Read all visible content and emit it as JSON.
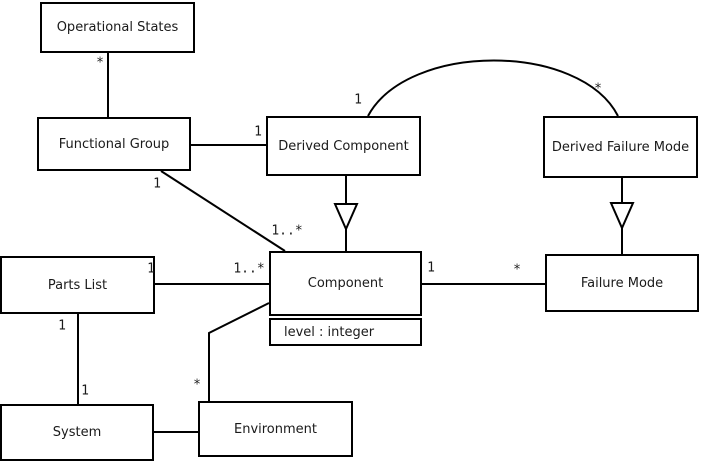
{
  "diagram": {
    "type": "uml-class-diagram",
    "background": "#ffffff",
    "line_color": "#000000",
    "box_fill": "#ffffff",
    "text_color": "#1a1a1a",
    "classes": [
      {
        "name": "Operational States"
      },
      {
        "name": "Functional Group"
      },
      {
        "name": "Derived Component"
      },
      {
        "name": "Derived Failure Mode"
      },
      {
        "name": "Parts List"
      },
      {
        "name": "Component",
        "attributes": [
          "level : integer"
        ]
      },
      {
        "name": "Failure Mode"
      },
      {
        "name": "System"
      },
      {
        "name": "Environment"
      }
    ],
    "relationships": [
      {
        "from": "Operational States",
        "to": "Functional Group",
        "type": "association",
        "from_label": "*"
      },
      {
        "from": "Functional Group",
        "to": "Derived Component",
        "type": "association",
        "to_label": "1"
      },
      {
        "from": "Derived Component",
        "to": "Derived Failure Mode",
        "type": "association-arc",
        "from_label": "1",
        "to_label": "*"
      },
      {
        "from": "Derived Component",
        "to": "Component",
        "type": "generalization"
      },
      {
        "from": "Derived Failure Mode",
        "to": "Failure Mode",
        "type": "generalization"
      },
      {
        "from": "Functional Group",
        "to": "Component",
        "type": "association",
        "from_label": "1",
        "to_label": "1..*"
      },
      {
        "from": "Parts List",
        "to": "Component",
        "type": "association",
        "from_label": "1",
        "to_label": "1..*"
      },
      {
        "from": "Component",
        "to": "Failure Mode",
        "type": "association",
        "from_label": "1",
        "to_label": "*"
      },
      {
        "from": "Parts List",
        "to": "System",
        "type": "association",
        "from_label": "1",
        "to_label": "1"
      },
      {
        "from": "Component",
        "to": "Environment",
        "type": "association",
        "to_label": "*"
      },
      {
        "from": "System",
        "to": "Environment",
        "type": "association"
      }
    ],
    "multiplicities": {
      "opstates_fgroup_star": "*",
      "fgroup_dcomp_one": "1",
      "dcomp_arc_one": "1",
      "dfmode_arc_star": "*",
      "fgroup_comp_one": "1",
      "fgroup_comp_many": "1..*",
      "plist_comp_one": "1",
      "plist_comp_many": "1..*",
      "comp_fmode_one": "1",
      "comp_fmode_star": "*",
      "plist_sys_one_a": "1",
      "plist_sys_one_b": "1",
      "comp_env_star": "*"
    }
  }
}
